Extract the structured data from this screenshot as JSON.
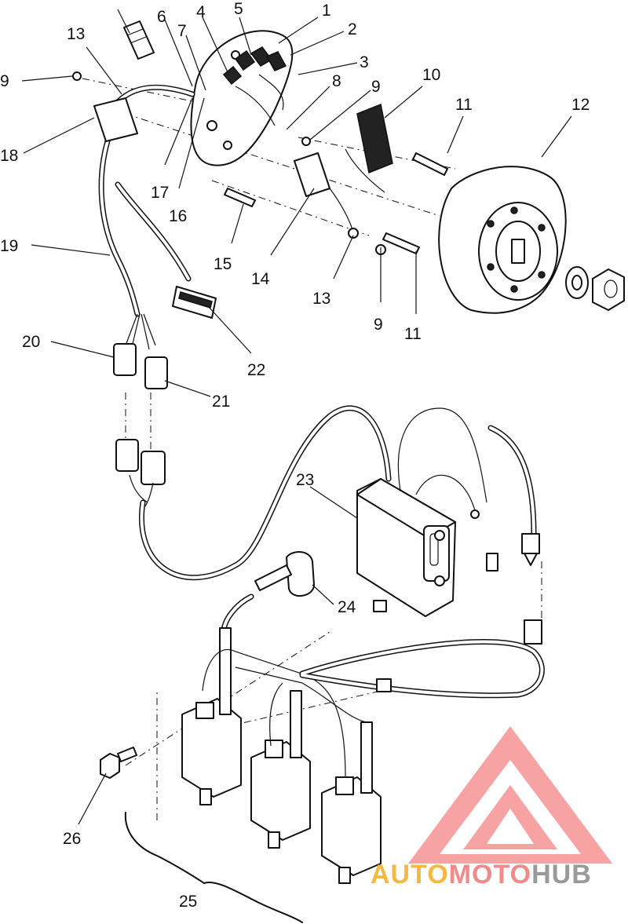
{
  "callouts": [
    {
      "id": "c1",
      "label": "1"
    },
    {
      "id": "c2",
      "label": "2"
    },
    {
      "id": "c3",
      "label": "3"
    },
    {
      "id": "c4",
      "label": "4"
    },
    {
      "id": "c5",
      "label": "5"
    },
    {
      "id": "c6",
      "label": "6"
    },
    {
      "id": "c7",
      "label": "7"
    },
    {
      "id": "c8",
      "label": "8"
    },
    {
      "id": "c9a",
      "label": "9"
    },
    {
      "id": "c9b",
      "label": "9"
    },
    {
      "id": "c9c",
      "label": "9"
    },
    {
      "id": "c10",
      "label": "10"
    },
    {
      "id": "c11a",
      "label": "11"
    },
    {
      "id": "c11b",
      "label": "11"
    },
    {
      "id": "c12",
      "label": "12"
    },
    {
      "id": "c13a",
      "label": "13"
    },
    {
      "id": "c13b",
      "label": "13"
    },
    {
      "id": "c14",
      "label": "14"
    },
    {
      "id": "c15",
      "label": "15"
    },
    {
      "id": "c16",
      "label": "16"
    },
    {
      "id": "c17",
      "label": "17"
    },
    {
      "id": "c18",
      "label": "18"
    },
    {
      "id": "c19",
      "label": "19"
    },
    {
      "id": "c20",
      "label": "20"
    },
    {
      "id": "c21",
      "label": "21"
    },
    {
      "id": "c22",
      "label": "22"
    },
    {
      "id": "c23",
      "label": "23"
    },
    {
      "id": "c24",
      "label": "24"
    },
    {
      "id": "c25",
      "label": "25"
    },
    {
      "id": "c26",
      "label": "26"
    }
  ],
  "watermark": {
    "part1": "AUTO",
    "part2": "MOTO",
    "part3": "HUB",
    "colors": {
      "auto": "#f5b942",
      "moto": "#f28a8a",
      "hub": "#9a9a9a",
      "triangle": "#f28a8a"
    }
  }
}
